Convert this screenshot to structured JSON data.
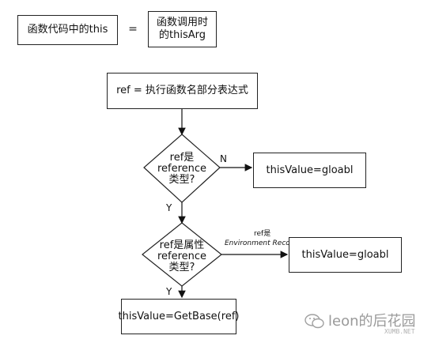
{
  "nodes": {
    "this_in_code": "函数代码中的this",
    "equals": "=",
    "this_arg_line1": "函数调用时",
    "this_arg_line2": "的thisArg",
    "ref_expr": "ref = 执行函数名部分表达式",
    "decision1_line1": "ref是",
    "decision1_line2": "reference",
    "decision1_line3": "类型?",
    "result_global_1": "thisValue=gloabl",
    "decision2_line1": "ref是属性",
    "decision2_line2": "reference",
    "decision2_line3": "类型?",
    "result_global_2": "thisValue=gloabl",
    "result_getbase": "thisValue=GetBase(ref)"
  },
  "edge_labels": {
    "no": "N",
    "yes_1": "Y",
    "yes_2": "Y",
    "env_record_line1": "ref是",
    "env_record_line2": "Environment Record"
  },
  "watermark": {
    "text": "leon的后花园",
    "site": "XUMB.NET",
    "icon": "wechat-icon"
  }
}
